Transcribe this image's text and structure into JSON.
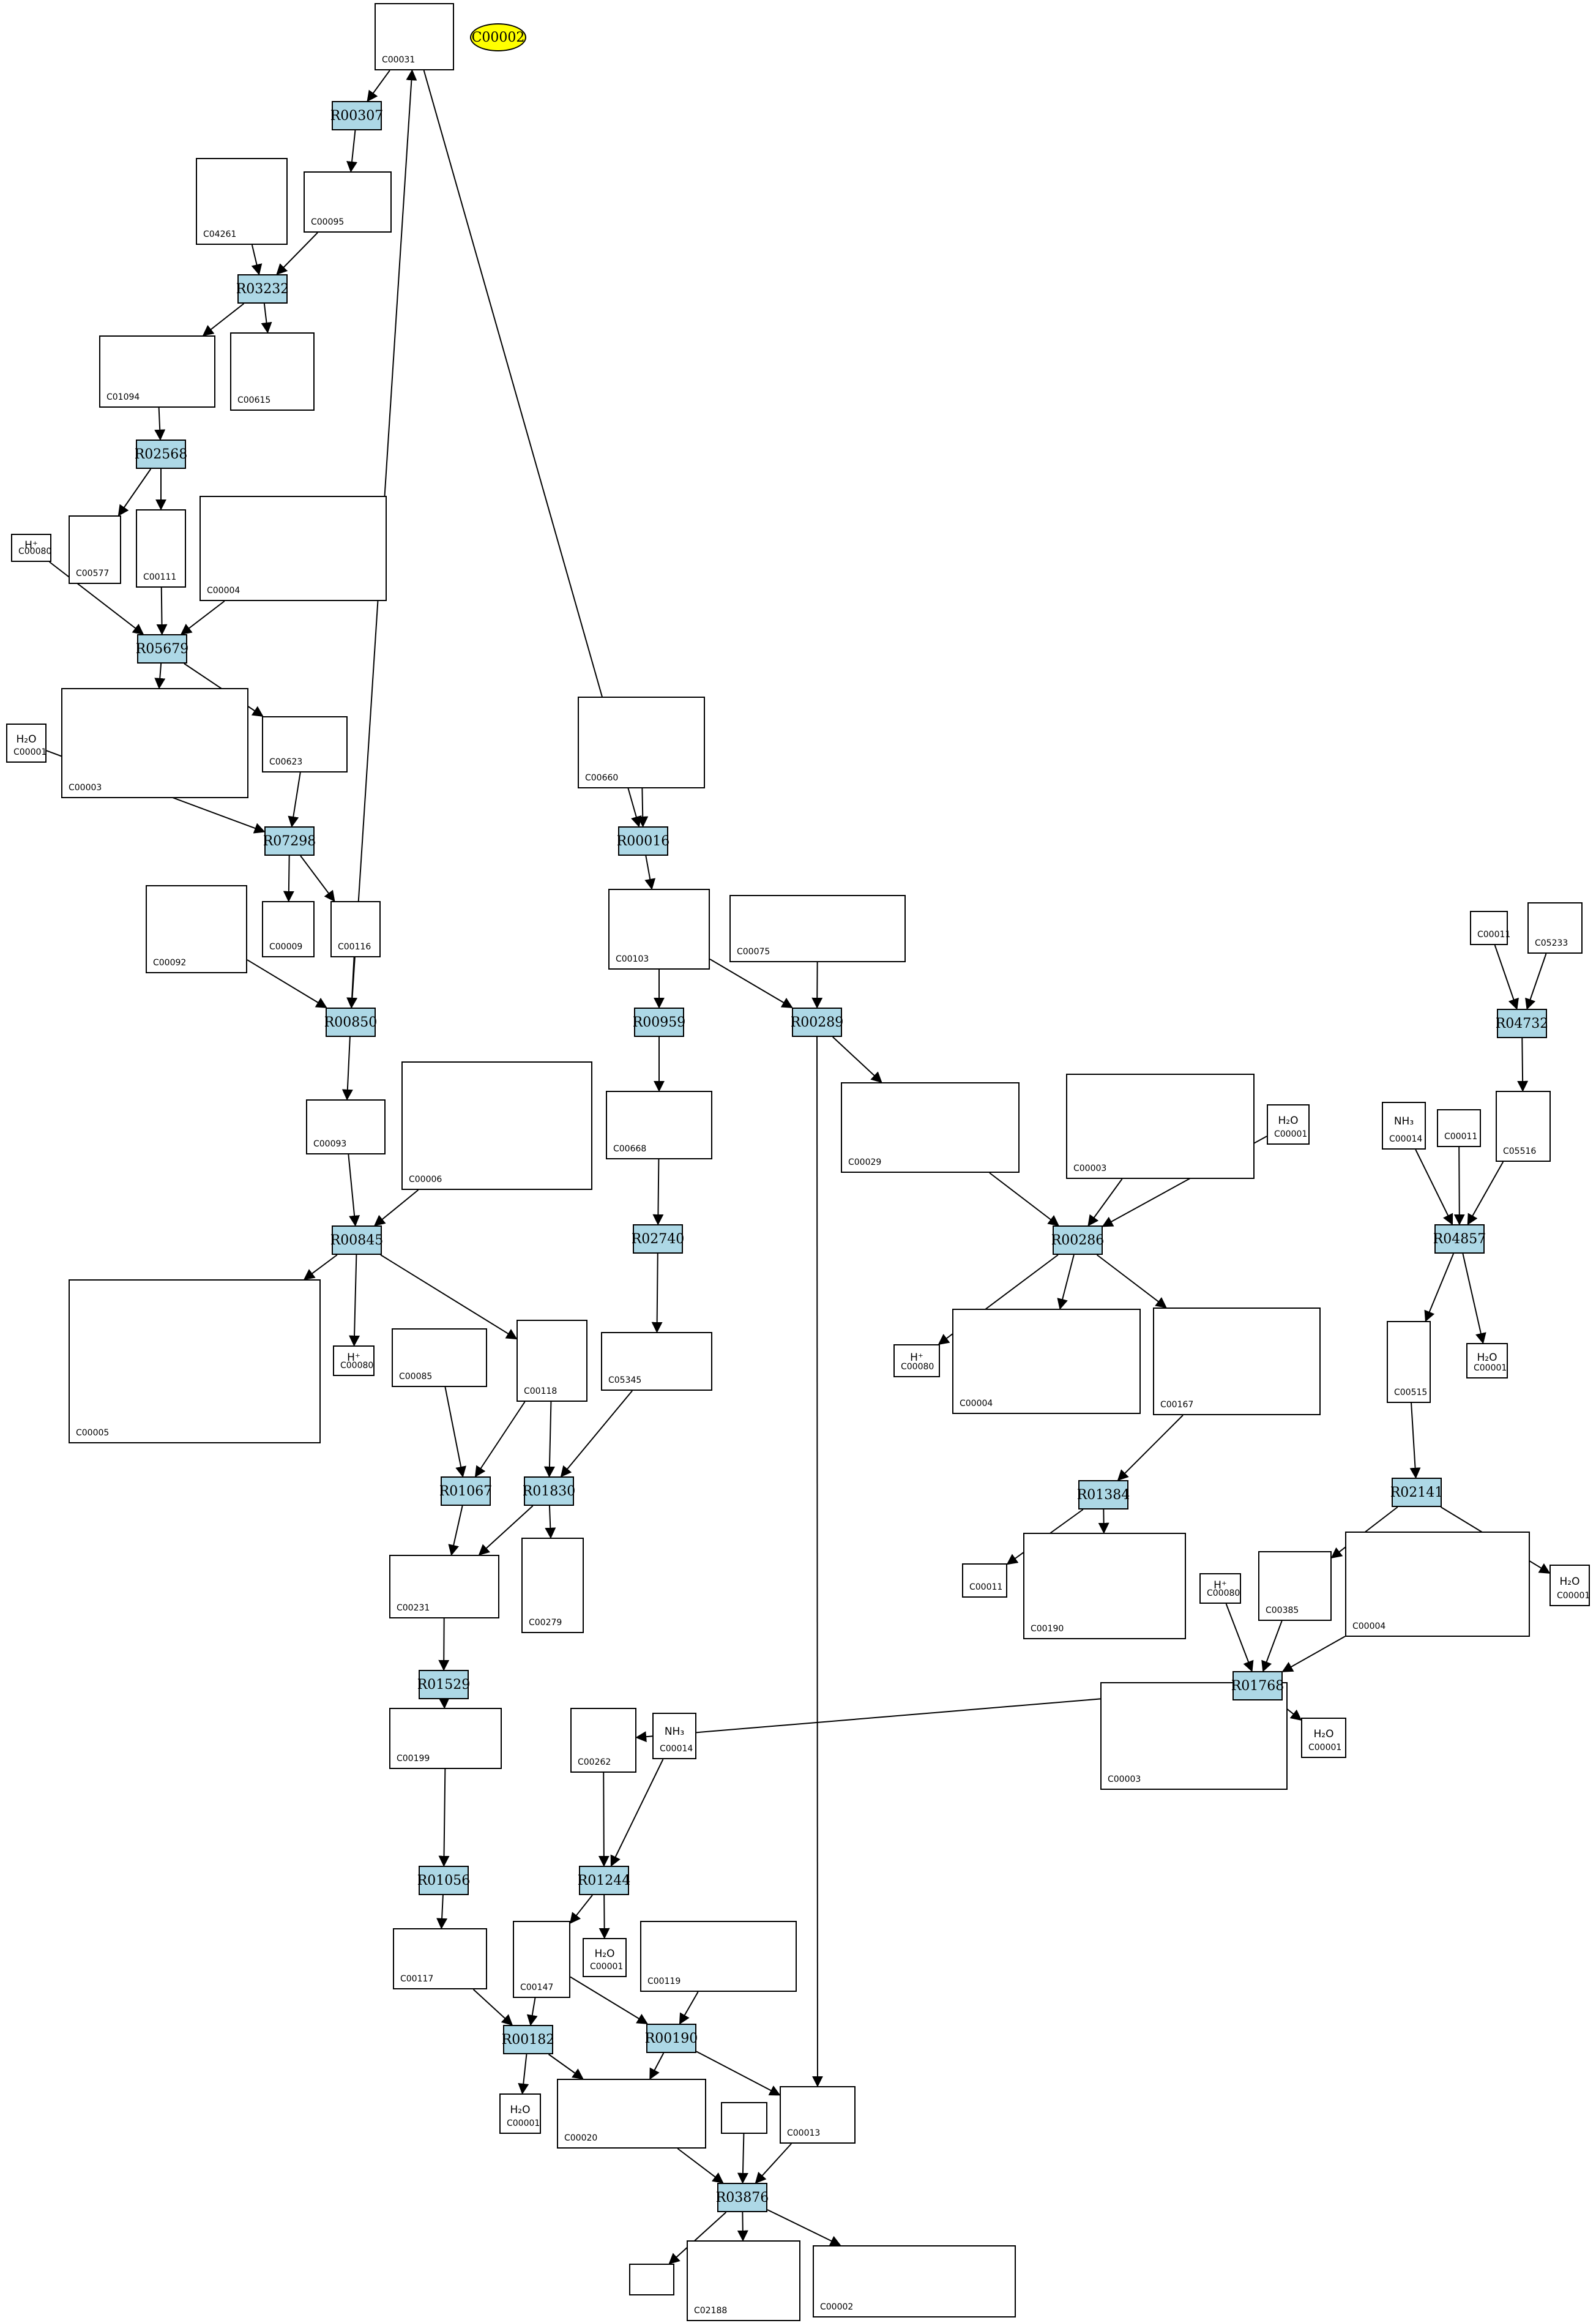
{
  "colors": {
    "reaction_fill": "#add8e6",
    "highlight_fill": "#ffff00",
    "line": "#000000"
  },
  "legend": {
    "label": "C00002"
  },
  "compounds": [
    {
      "id": "C00031",
      "text": ""
    },
    {
      "id": "C00095",
      "text": ""
    },
    {
      "id": "C04261",
      "text": ""
    },
    {
      "id": "C01094",
      "text": ""
    },
    {
      "id": "C00615",
      "text": ""
    },
    {
      "id": "C00577",
      "text": ""
    },
    {
      "id": "C00111",
      "text": ""
    },
    {
      "id": "C00080",
      "text": "H⁺"
    },
    {
      "id": "C00004",
      "text": ""
    },
    {
      "id": "C00003",
      "text": ""
    },
    {
      "id": "C00623",
      "text": ""
    },
    {
      "id": "C00001",
      "text": "H₂O"
    },
    {
      "id": "C00092",
      "text": ""
    },
    {
      "id": "C00009",
      "text": ""
    },
    {
      "id": "C00116",
      "text": ""
    },
    {
      "id": "C00660",
      "text": ""
    },
    {
      "id": "C00103",
      "text": ""
    },
    {
      "id": "C00075",
      "text": ""
    },
    {
      "id": "C00093",
      "text": ""
    },
    {
      "id": "C00006",
      "text": ""
    },
    {
      "id": "C00668",
      "text": ""
    },
    {
      "id": "C00029",
      "text": ""
    },
    {
      "id": "C00003",
      "text": ""
    },
    {
      "id": "C00001",
      "text": "H₂O"
    },
    {
      "id": "C00011",
      "text": ""
    },
    {
      "id": "C05233",
      "text": ""
    },
    {
      "id": "C00014",
      "text": "NH₃"
    },
    {
      "id": "C00011",
      "text": ""
    },
    {
      "id": "C05516",
      "text": ""
    },
    {
      "id": "C00005",
      "text": ""
    },
    {
      "id": "C00080",
      "text": "H⁺"
    },
    {
      "id": "C00085",
      "text": ""
    },
    {
      "id": "C00118",
      "text": ""
    },
    {
      "id": "C05345",
      "text": ""
    },
    {
      "id": "C00080",
      "text": "H⁺"
    },
    {
      "id": "C00004",
      "text": ""
    },
    {
      "id": "C00167",
      "text": ""
    },
    {
      "id": "C00515",
      "text": ""
    },
    {
      "id": "C00001",
      "text": "H₂O"
    },
    {
      "id": "C00231",
      "text": ""
    },
    {
      "id": "C00279",
      "text": ""
    },
    {
      "id": "C00011",
      "text": ""
    },
    {
      "id": "C00190",
      "text": ""
    },
    {
      "id": "C00080",
      "text": "H⁺"
    },
    {
      "id": "C00385",
      "text": ""
    },
    {
      "id": "C00004",
      "text": ""
    },
    {
      "id": "C00001",
      "text": "H₂O"
    },
    {
      "id": "C00199",
      "text": ""
    },
    {
      "id": "C00262",
      "text": ""
    },
    {
      "id": "C00014",
      "text": "NH₃"
    },
    {
      "id": "C00003",
      "text": ""
    },
    {
      "id": "C00001",
      "text": "H₂O"
    },
    {
      "id": "C00117",
      "text": ""
    },
    {
      "id": "C00147",
      "text": ""
    },
    {
      "id": "C00001",
      "text": "H₂O"
    },
    {
      "id": "C00119",
      "text": ""
    },
    {
      "id": "C00001",
      "text": "H₂O"
    },
    {
      "id": "C00020",
      "text": ""
    },
    {
      "id": "C00013",
      "text": ""
    },
    {
      "id": "",
      "text": ""
    },
    {
      "id": "",
      "text": ""
    },
    {
      "id": "C02188",
      "text": ""
    },
    {
      "id": "C00002",
      "text": ""
    }
  ],
  "reactions": [
    {
      "id": "R00307"
    },
    {
      "id": "R03232"
    },
    {
      "id": "R02568"
    },
    {
      "id": "R05679"
    },
    {
      "id": "R07298"
    },
    {
      "id": "R00850"
    },
    {
      "id": "R00016"
    },
    {
      "id": "R00959"
    },
    {
      "id": "R00289"
    },
    {
      "id": "R04732"
    },
    {
      "id": "R00845"
    },
    {
      "id": "R02740"
    },
    {
      "id": "R00286"
    },
    {
      "id": "R04857"
    },
    {
      "id": "R01067"
    },
    {
      "id": "R01830"
    },
    {
      "id": "R01384"
    },
    {
      "id": "R02141"
    },
    {
      "id": "R01529"
    },
    {
      "id": "R01768"
    },
    {
      "id": "R01056"
    },
    {
      "id": "R01244"
    },
    {
      "id": "R00182"
    },
    {
      "id": "R00190"
    },
    {
      "id": "R03876"
    }
  ]
}
